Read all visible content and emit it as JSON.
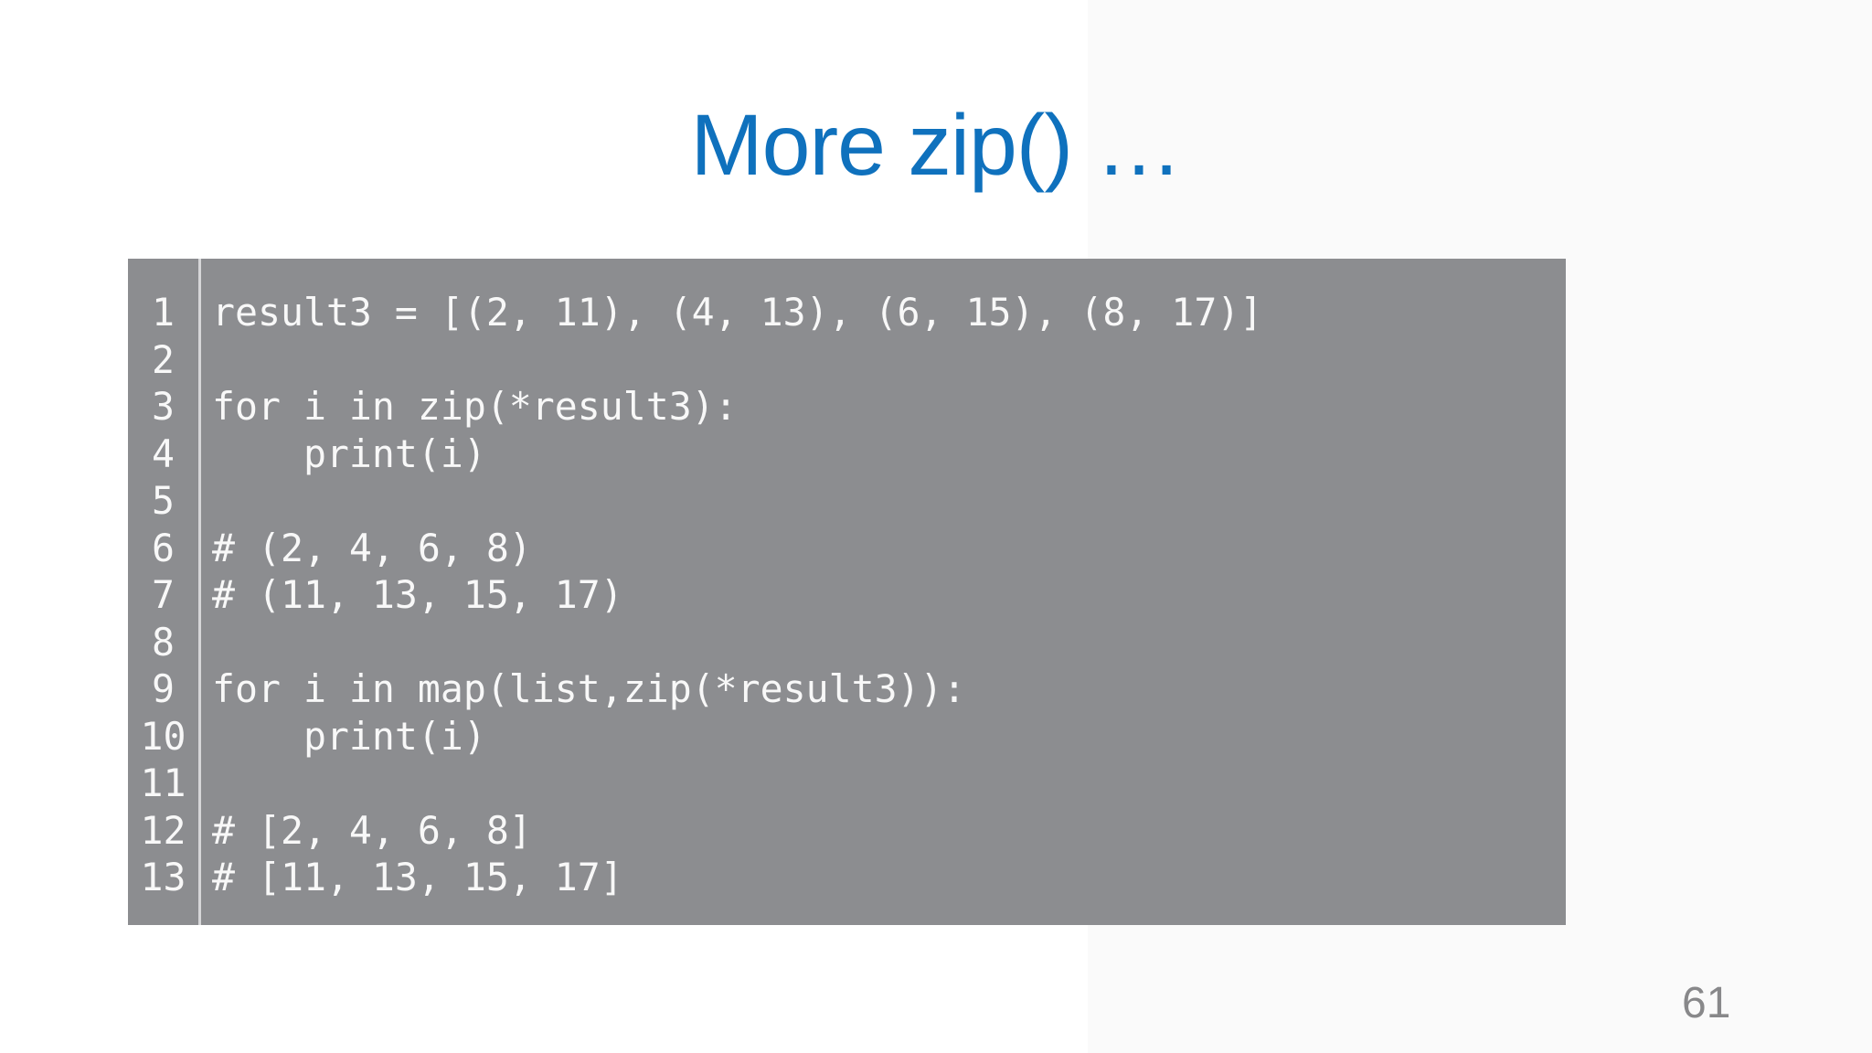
{
  "slide": {
    "title": "More zip() …",
    "page_number": "61",
    "colors": {
      "title_blue": "#0f71bd",
      "code_block_bg": "#8c8d90",
      "code_text": "#f8f8f8",
      "gutter_divider": "#d6d6d8",
      "page_number_gray": "#88888a",
      "background": "#ffffff"
    }
  },
  "code": {
    "language": "python",
    "lines": [
      {
        "num": "1",
        "text": "result3 = [(2, 11), (4, 13), (6, 15), (8, 17)]"
      },
      {
        "num": "2",
        "text": ""
      },
      {
        "num": "3",
        "text": "for i in zip(*result3):"
      },
      {
        "num": "4",
        "text": "    print(i)"
      },
      {
        "num": "5",
        "text": ""
      },
      {
        "num": "6",
        "text": "# (2, 4, 6, 8)"
      },
      {
        "num": "7",
        "text": "# (11, 13, 15, 17)"
      },
      {
        "num": "8",
        "text": ""
      },
      {
        "num": "9",
        "text": "for i in map(list,zip(*result3)):"
      },
      {
        "num": "10",
        "text": "    print(i)"
      },
      {
        "num": "11",
        "text": ""
      },
      {
        "num": "12",
        "text": "# [2, 4, 6, 8]"
      },
      {
        "num": "13",
        "text": "# [11, 13, 15, 17]"
      }
    ]
  }
}
